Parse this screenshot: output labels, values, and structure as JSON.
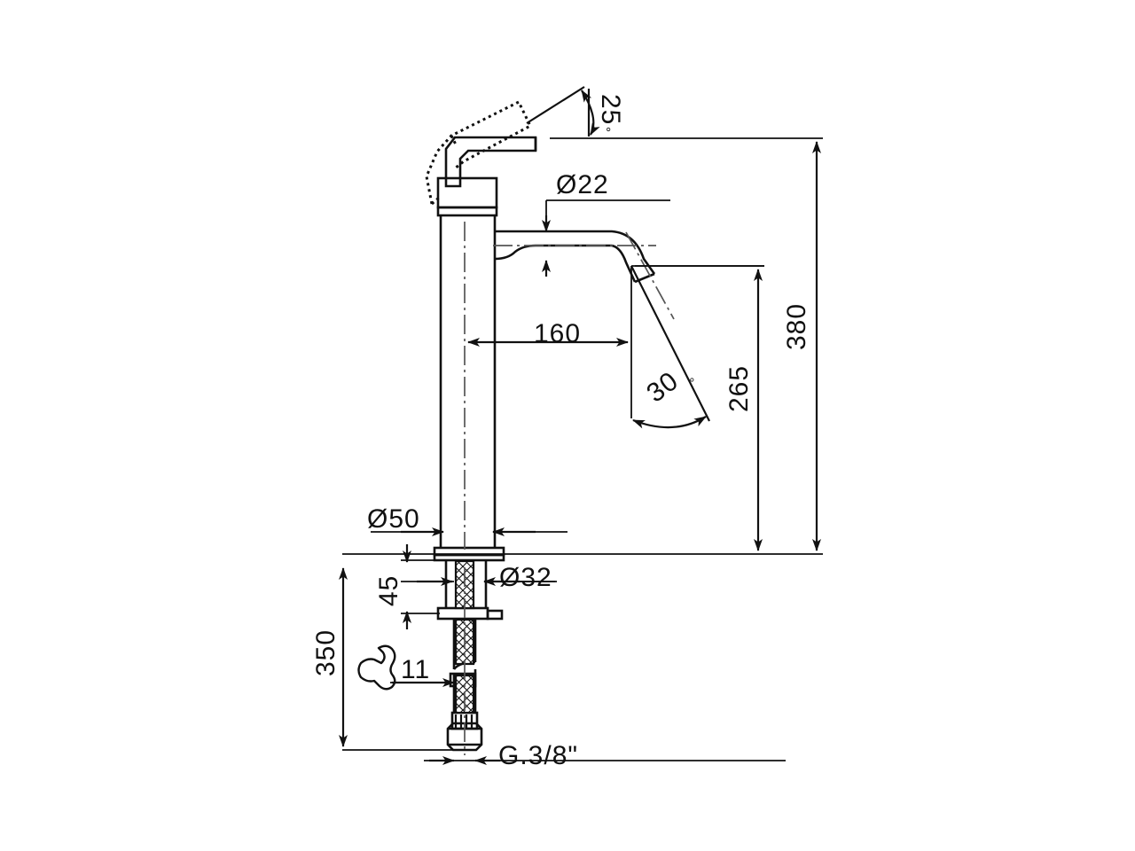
{
  "drawing": {
    "type": "technical-dimension-drawing",
    "subject": "tall single-lever basin mixer tap (faucet) side elevation",
    "units": "mm",
    "background_color": "#ffffff",
    "line_color": "#111111"
  },
  "dimensions": {
    "lever_open_angle": "25",
    "lever_open_angle_symbol": "°",
    "spout_diameter": "Ø22",
    "spout_reach": "160",
    "aerator_angle": "30",
    "aerator_angle_symbol": "°",
    "total_height": "380",
    "spout_height": "265",
    "base_diameter": "Ø50",
    "shank_diameter": "Ø32",
    "mounting_thickness": "45",
    "hose_length": "350",
    "wrench_size": "11",
    "thread_size": "G.3/8\""
  },
  "labels": [
    {
      "id": "angle-25",
      "text": "25",
      "suffix": "°"
    },
    {
      "id": "dia-22",
      "text": "Ø22"
    },
    {
      "id": "reach-160",
      "text": "160"
    },
    {
      "id": "angle-30",
      "text": "30",
      "suffix": "°"
    },
    {
      "id": "height-380",
      "text": "380"
    },
    {
      "id": "height-265",
      "text": "265"
    },
    {
      "id": "dia-50",
      "text": "Ø50"
    },
    {
      "id": "dia-32",
      "text": "Ø32"
    },
    {
      "id": "thickness-45",
      "text": "45"
    },
    {
      "id": "length-350",
      "text": "350"
    },
    {
      "id": "wrench-11",
      "text": "11"
    },
    {
      "id": "thread-g38",
      "text": "G.3/8\""
    }
  ]
}
